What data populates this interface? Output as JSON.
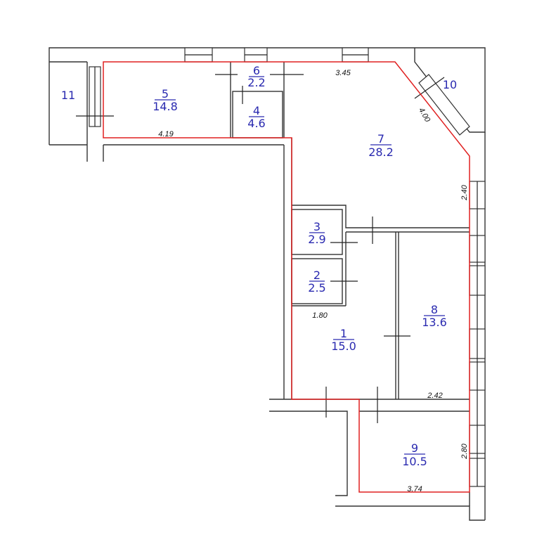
{
  "rooms": [
    {
      "number": "1",
      "area": "15.0"
    },
    {
      "number": "2",
      "area": "2.5"
    },
    {
      "number": "3",
      "area": "2.9"
    },
    {
      "number": "4",
      "area": "4.6"
    },
    {
      "number": "5",
      "area": "14.8"
    },
    {
      "number": "6",
      "area": "2.2"
    },
    {
      "number": "7",
      "area": "28.2"
    },
    {
      "number": "8",
      "area": "13.6"
    },
    {
      "number": "9",
      "area": "10.5"
    },
    {
      "number": "10"
    },
    {
      "number": "11"
    }
  ],
  "dimensions": {
    "d345": "3.45",
    "d419": "4.19",
    "d400": "4.00",
    "d240": "2.40",
    "d180": "1.80",
    "d242": "2.42",
    "d280": "2.80",
    "d374": "3.74"
  },
  "colors": {
    "outline": "#e02020",
    "label": "#2a2ab0",
    "wall": "#333333"
  }
}
